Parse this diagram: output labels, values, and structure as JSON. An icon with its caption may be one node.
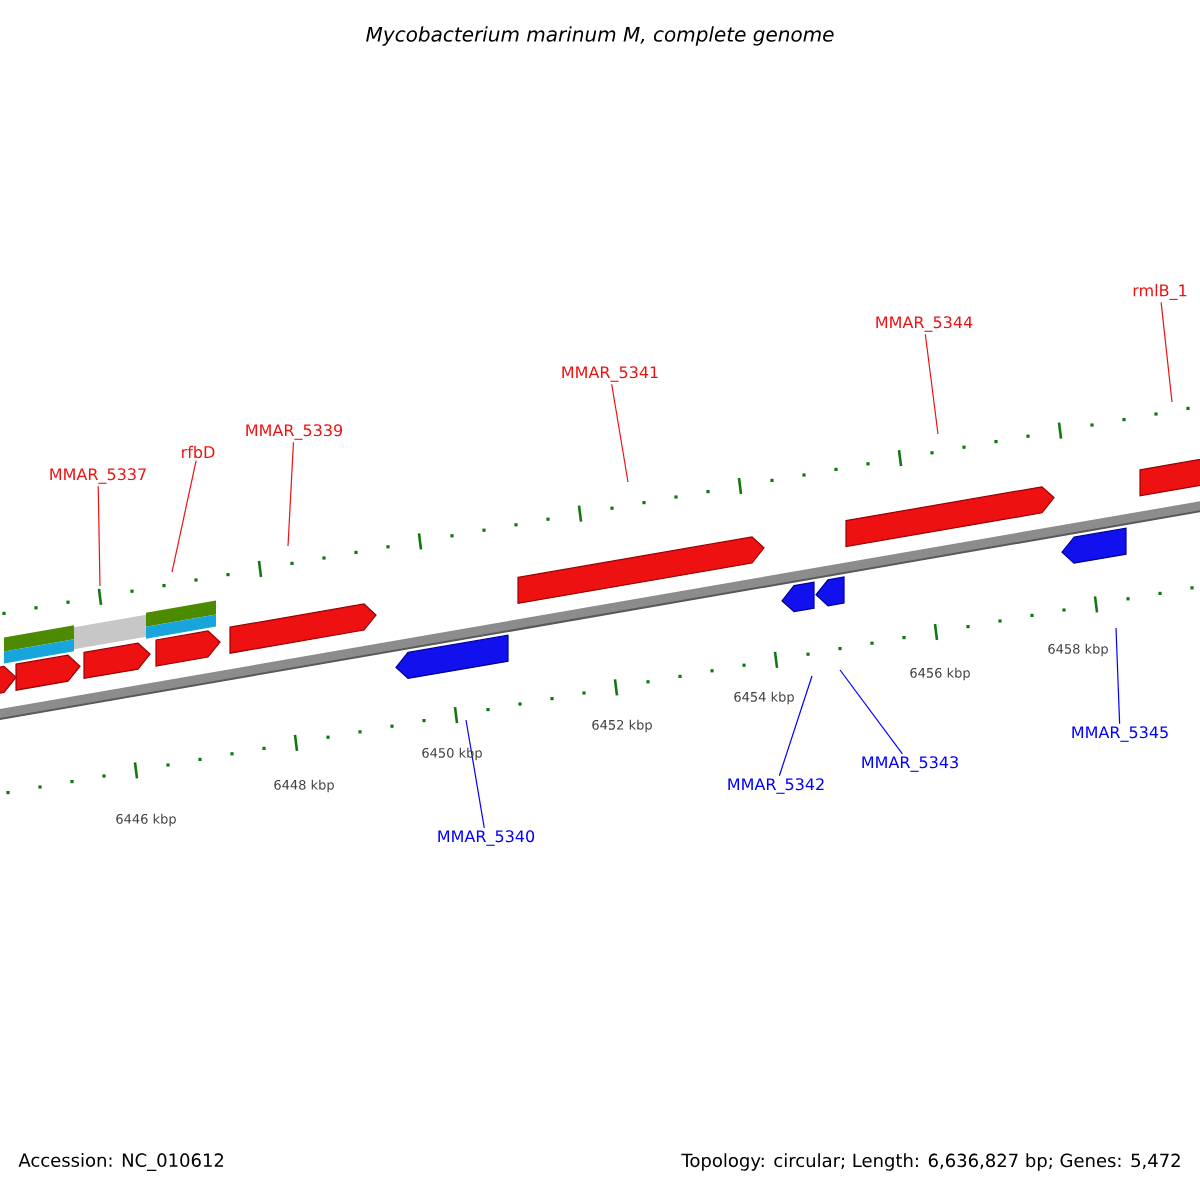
{
  "diagram": {
    "title": "Mycobacterium marinum M, complete genome",
    "nodes": [
      {
        "text": [
          "MMAR_5337"
        ]
      },
      {
        "text": [
          "rfbD"
        ]
      },
      {
        "text": [
          "MMAR_5339"
        ]
      },
      {
        "text": [
          "MMAR_5340"
        ]
      },
      {
        "text": [
          "MMAR_5341"
        ]
      },
      {
        "text": [
          "MMAR_5342"
        ]
      },
      {
        "text": [
          "MMAR_5343"
        ]
      },
      {
        "text": [
          "MMAR_5344"
        ]
      },
      {
        "text": [
          "MMAR_5345"
        ]
      },
      {
        "text": [
          "rmlB_1"
        ]
      }
    ],
    "edges": [
      {
        "from": 0,
        "to": null,
        "arrow": "none"
      },
      {
        "from": 1,
        "to": null,
        "arrow": "none"
      },
      {
        "from": 2,
        "to": null,
        "arrow": "none"
      },
      {
        "from": 3,
        "to": null,
        "arrow": "none",
        "color": "#0000ff"
      },
      {
        "from": 4,
        "to": null,
        "arrow": "none"
      },
      {
        "from": 5,
        "to": null,
        "arrow": "none",
        "color": "#0000ff"
      },
      {
        "from": 6,
        "to": null,
        "arrow": "none",
        "color": "#0000ff"
      },
      {
        "from": 7,
        "to": null,
        "arrow": "none"
      },
      {
        "from": 8,
        "to": null,
        "arrow": "none",
        "color": "#0000ff"
      },
      {
        "from": 9,
        "to": null,
        "arrow": "none"
      }
    ],
    "labels": [
      "6446 kbp",
      "6448 kbp",
      "6450 kbp",
      "6452 kbp",
      "6454 kbp",
      "6456 kbp",
      "6458 kbp",
      "Accession: NC_010612",
      "Topology: circular; Length: 6,636,827 bp; Genes: 5,472"
    ]
  }
}
